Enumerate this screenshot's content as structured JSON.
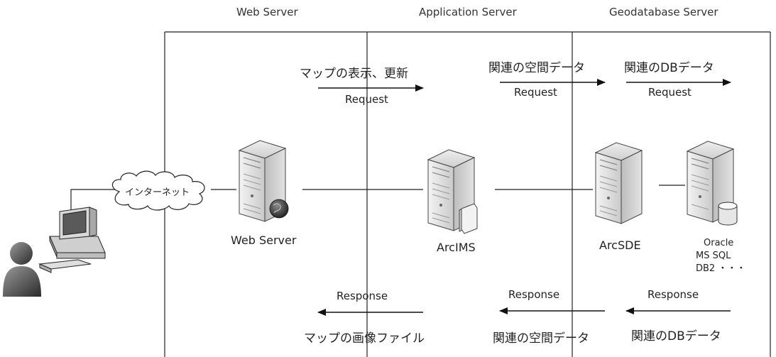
{
  "columns": {
    "web": "Web Server",
    "app": "Application Server",
    "geo": "Geodatabase Server"
  },
  "cloud_label": "インターネット",
  "nodes": {
    "web_server": "Web Server",
    "arcims": "ArcIMS",
    "arcsde": "ArcSDE",
    "db_lines": [
      "Oracle",
      "MS SQL",
      "DB2 ・・・"
    ]
  },
  "requests": {
    "r1_jp": "マップの表示、更新",
    "r1_en": "Request",
    "r2_jp": "関連の空間データ",
    "r2_en": "Request",
    "r3_jp": "関連のDBデータ",
    "r3_en": "Request"
  },
  "responses": {
    "s1_en": "Response",
    "s1_jp": "マップの画像ファイル",
    "s2_en": "Response",
    "s2_jp": "関連の空間データ",
    "s3_en": "Response",
    "s3_jp": "関連のDBデータ"
  }
}
